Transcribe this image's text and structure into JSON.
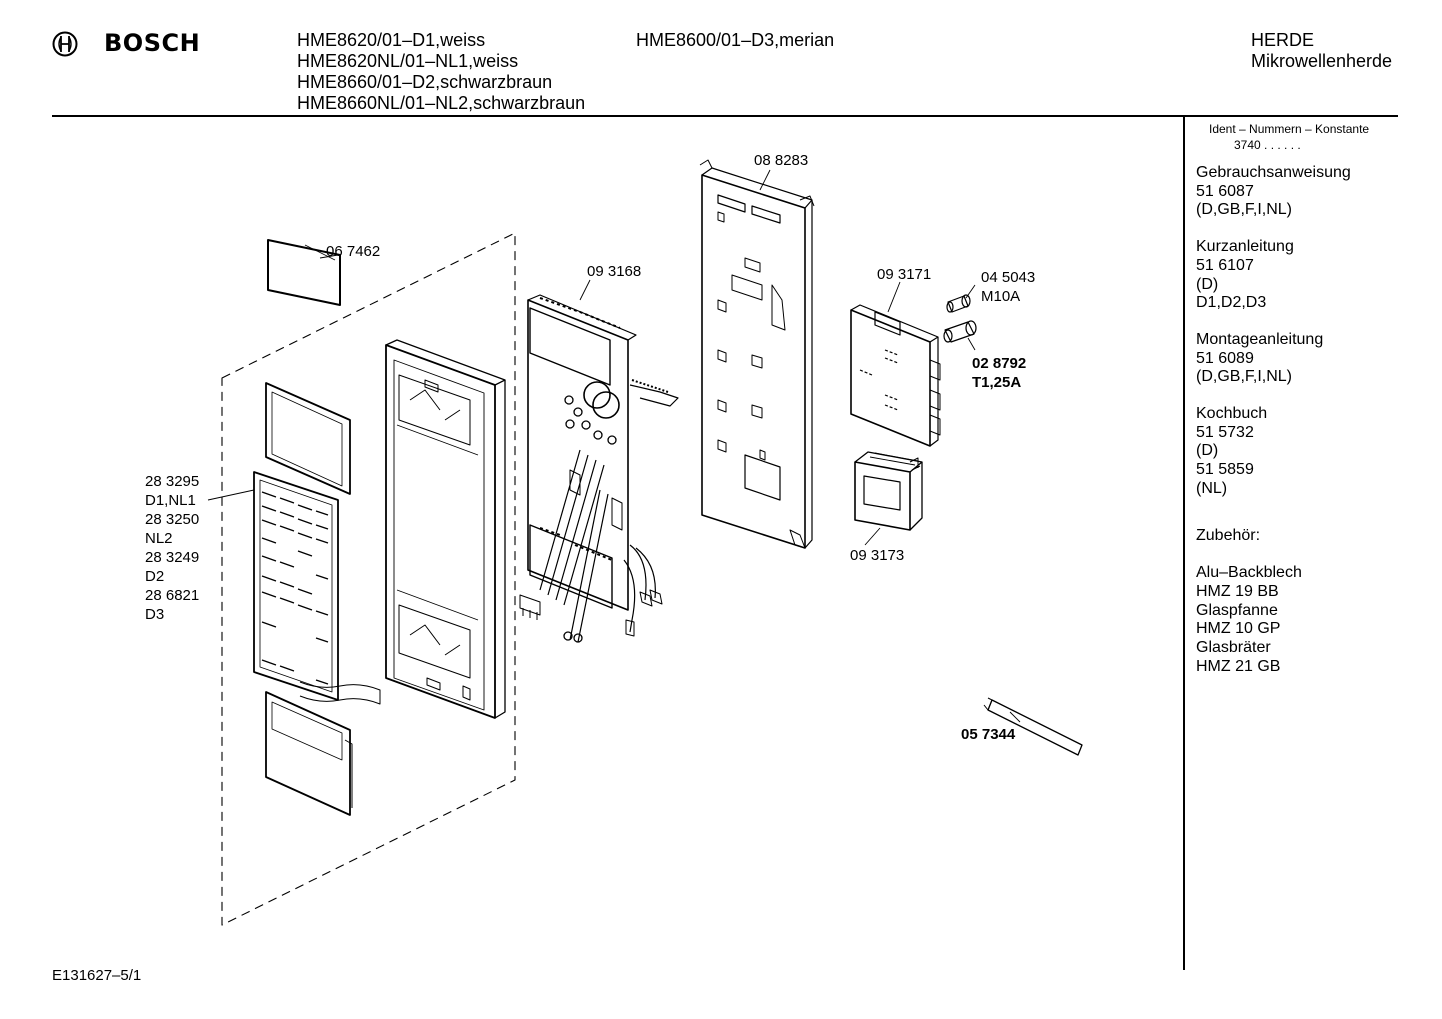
{
  "header": {
    "brand": "BOSCH",
    "models_left": [
      "HME8620/01–D1,weiss",
      "HME8620NL/01–NL1,weiss",
      "HME8660/01–D2,schwarzbraun",
      "HME8660NL/01–NL2,schwarzbraun"
    ],
    "model_mid": "HME8600/01–D3,merian",
    "category": "HERDE",
    "subcategory": "Mikrowellenherde"
  },
  "sidebar": {
    "ident_title": "Ident – Nummern – Konstante",
    "ident_value": "3740 . .  . . . .",
    "blocks": [
      {
        "lines": [
          "Gebrauchsanweisung",
          "51 6087",
          "(D,GB,F,I,NL)"
        ]
      },
      {
        "lines": [
          "Kurzanleitung",
          "51 6107",
          "(D)",
          "D1,D2,D3"
        ]
      },
      {
        "lines": [
          "Montageanleitung",
          "51 6089",
          "(D,GB,F,I,NL)"
        ]
      },
      {
        "lines": [
          "Kochbuch",
          "51 5732",
          "(D)",
          "51 5859",
          "(NL)"
        ]
      },
      {
        "lines": [
          "Zubehör:"
        ]
      },
      {
        "lines": [
          "Alu–Backblech",
          "HMZ 19 BB",
          "Glaspfanne",
          "HMZ 10 GP",
          "Glasbräter",
          "HMZ 21 GB"
        ]
      }
    ]
  },
  "parts": {
    "p067462": "06 7462",
    "p093168": "09 3168",
    "p088283": "08 8283",
    "p093171": "09 3171",
    "p045043": "04 5043",
    "m10a": "M10A",
    "p028792": "02 8792",
    "t125a": "T1,25A",
    "p093173": "09 3173",
    "p057344": "05 7344",
    "front_labels": [
      "28 3295",
      "D1,NL1",
      "28 3250",
      "NL2",
      "28 3249",
      "D2",
      "28 6821",
      "D3"
    ]
  },
  "footer": {
    "doc_id": "E131627–5/1"
  }
}
